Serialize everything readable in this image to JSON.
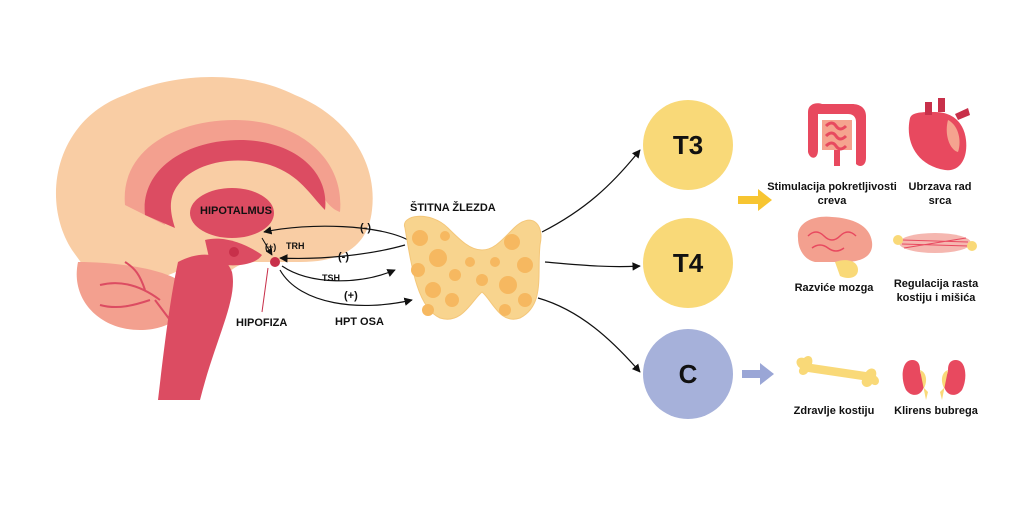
{
  "brain": {
    "hypothalamus_label": "HIPOTALMUS",
    "pituitary_label": "HIPOFIZA",
    "trh_label": "TRH",
    "trh_sign": "(+)"
  },
  "axis": {
    "neg_feedback_1": "(-)",
    "neg_feedback_2": "(-)",
    "tsh_label": "TSH",
    "pos_label": "(+)",
    "hpt_label": "HPT OSA"
  },
  "thyroid": {
    "label": "ŠTITNA ŽLEZDA"
  },
  "hormones": [
    {
      "label": "T3",
      "color": "#f9d978"
    },
    {
      "label": "T4",
      "color": "#f9d978"
    },
    {
      "label": "C",
      "color": "#a6b1da"
    }
  ],
  "effects": {
    "intestine": [
      "Stimulacija pokretljivosti",
      "creva"
    ],
    "heart": [
      "Ubrzava rad",
      "srca"
    ],
    "brain": [
      "Razviće mozga"
    ],
    "muscle": [
      "Regulacija rasta",
      "kostiju i mišića"
    ],
    "bone": [
      "Zdravlje kostiju"
    ],
    "kidney": [
      "Klirens bubrega"
    ]
  },
  "colors": {
    "arrow_yellow": "#f7c531",
    "arrow_blue": "#9aa6d6",
    "brain_outer": "#f9cda4",
    "brain_mid": "#f3a08f",
    "brain_inner": "#dc4c62",
    "thyroid_fill": "#f8d48e",
    "thyroid_spots": "#f6b860"
  }
}
